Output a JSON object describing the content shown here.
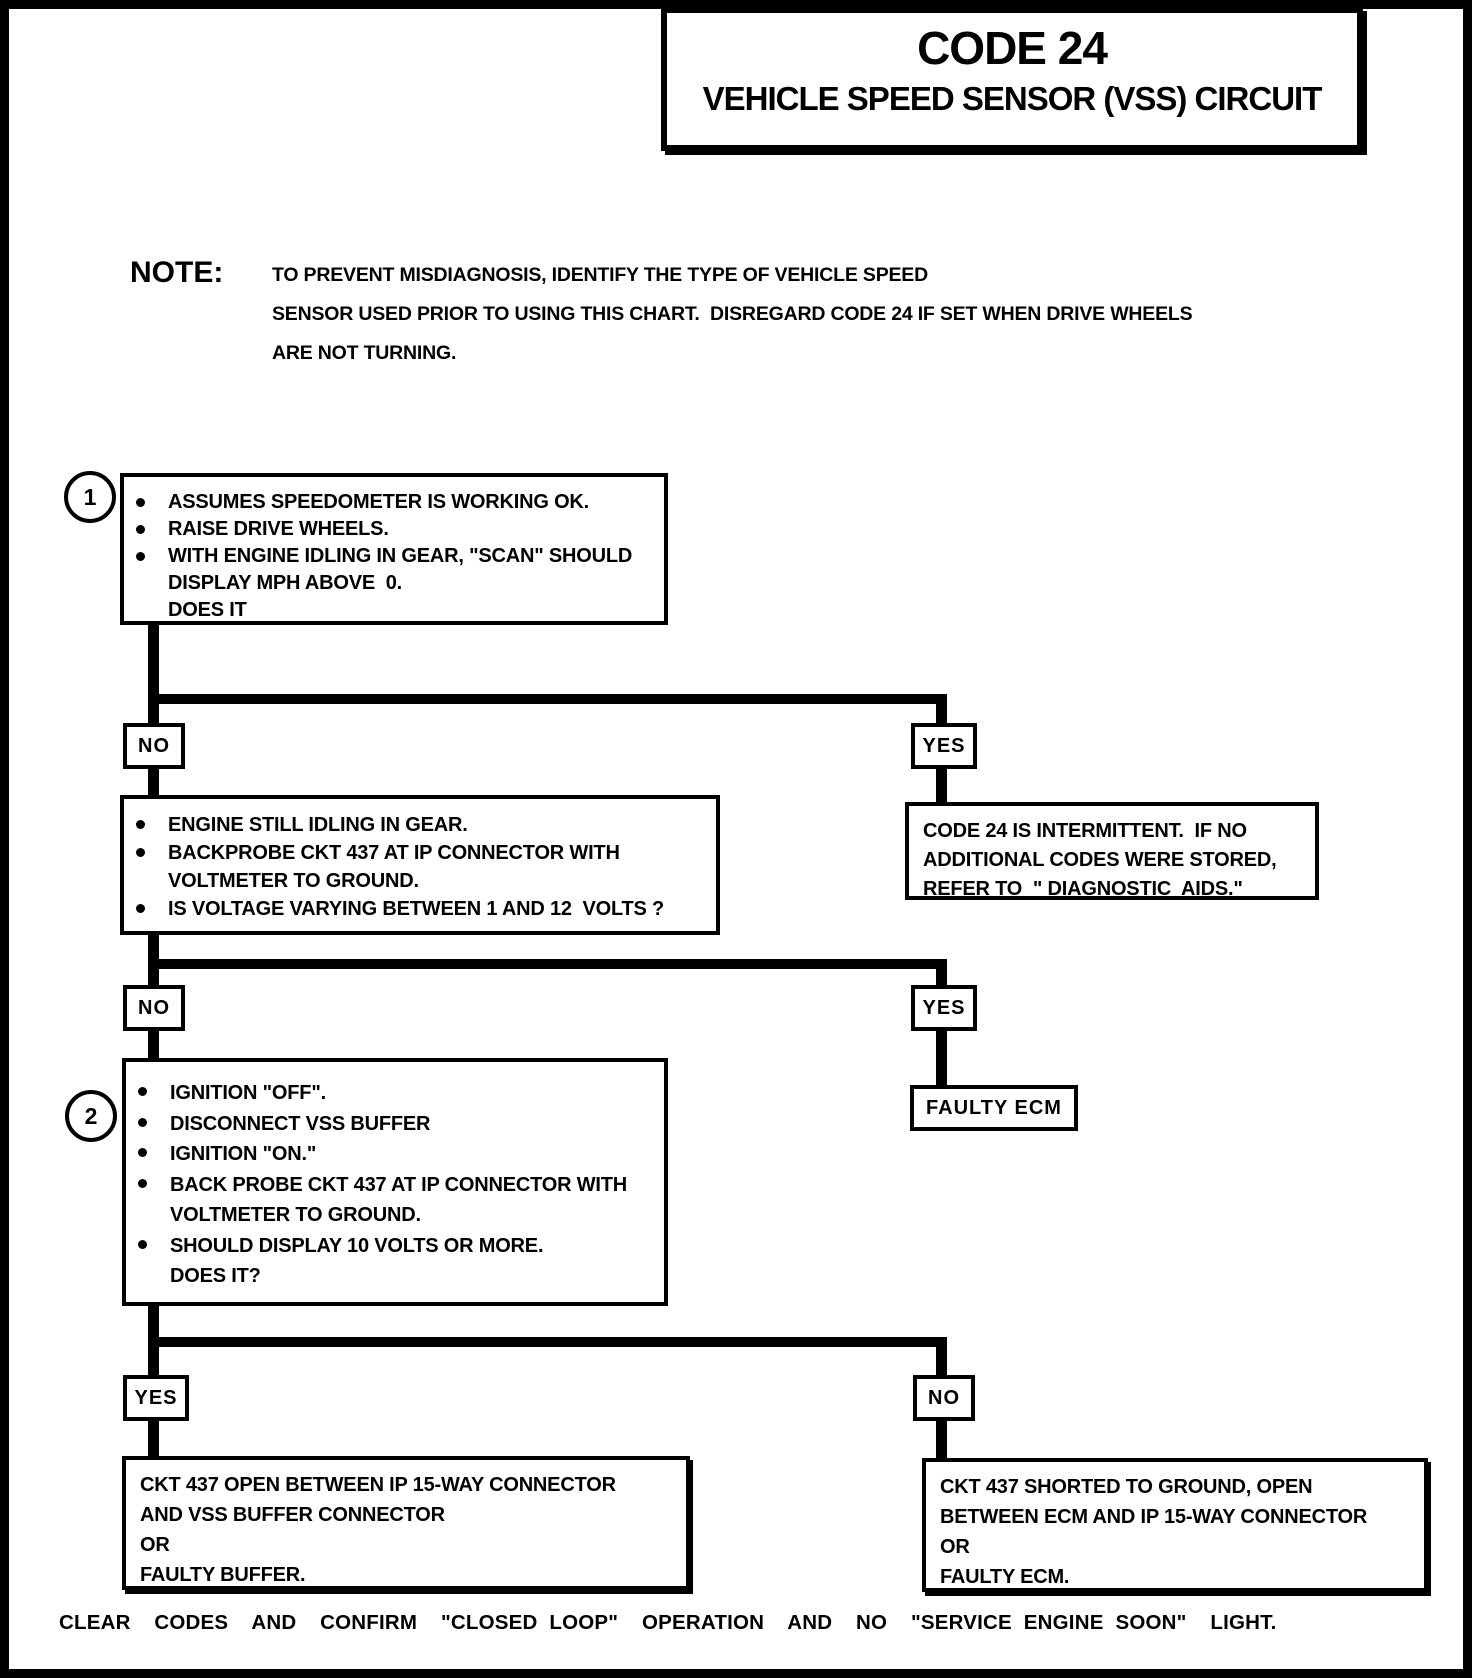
{
  "title": {
    "code": "CODE 24",
    "subtitle": "VEHICLE SPEED SENSOR (VSS) CIRCUIT"
  },
  "note": {
    "label": "NOTE:",
    "lines": [
      "TO PREVENT MISDIAGNOSIS, IDENTIFY THE TYPE OF VEHICLE SPEED",
      "SENSOR USED PRIOR TO USING THIS CHART.  DISREGARD CODE 24 IF SET WHEN DRIVE WHEELS",
      "ARE NOT TURNING."
    ]
  },
  "flow": {
    "step1": {
      "number": "1",
      "lines": [
        "ASSUMES SPEEDOMETER IS WORKING OK.",
        "RAISE DRIVE WHEELS.",
        "WITH ENGINE IDLING IN GEAR, \"SCAN\" SHOULD",
        "DISPLAY MPH ABOVE  0.",
        "DOES IT"
      ]
    },
    "branch1": {
      "no": "NO",
      "yes": "YES"
    },
    "no1_box": {
      "lines": [
        "ENGINE STILL IDLING IN GEAR.",
        "BACKPROBE CKT 437 AT IP CONNECTOR WITH",
        "VOLTMETER TO GROUND.",
        "IS VOLTAGE VARYING BETWEEN 1 AND 12  VOLTS ?"
      ]
    },
    "yes1_box": {
      "lines": [
        "CODE 24 IS INTERMITTENT.  IF NO",
        "ADDITIONAL CODES WERE STORED,",
        "REFER TO  \" DIAGNOSTIC  AIDS.\""
      ]
    },
    "branch2": {
      "no": "NO",
      "yes": "YES"
    },
    "step2": {
      "number": "2",
      "lines": [
        "IGNITION \"OFF\".",
        "DISCONNECT VSS BUFFER",
        "IGNITION \"ON.\"",
        "BACK PROBE CKT 437 AT IP CONNECTOR WITH",
        "VOLTMETER TO GROUND.",
        "SHOULD DISPLAY 10 VOLTS OR MORE.",
        "DOES IT?"
      ]
    },
    "yes2_box": {
      "label": "FAULTY ECM"
    },
    "branch3": {
      "yes": "YES",
      "no": "NO"
    },
    "yes3_box": {
      "lines": [
        "CKT 437 OPEN BETWEEN IP 15-WAY CONNECTOR",
        "AND VSS BUFFER CONNECTOR",
        "OR",
        "FAULTY BUFFER."
      ]
    },
    "no3_box": {
      "lines": [
        "CKT 437 SHORTED TO GROUND, OPEN",
        "BETWEEN ECM AND IP 15-WAY CONNECTOR",
        "OR",
        "FAULTY ECM."
      ]
    }
  },
  "footer": "CLEAR  CODES  AND  CONFIRM  \"CLOSED LOOP\"  OPERATION  AND  NO  \"SERVICE ENGINE SOON\"  LIGHT.",
  "colors": {
    "ink": "#000000",
    "paper": "#ffffff"
  }
}
